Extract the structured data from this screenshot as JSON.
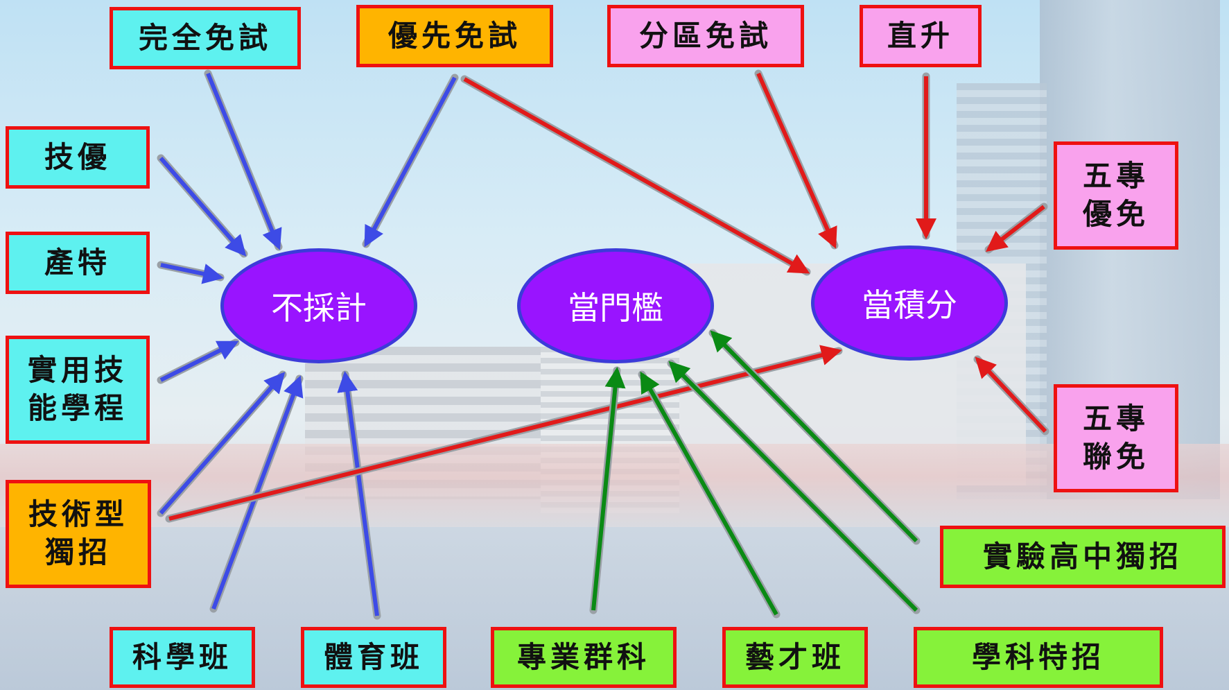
{
  "nodes": {
    "wanquan": "完全免試",
    "youxian": "優先免試",
    "fenqu": "分區免試",
    "zhisheng": "直升",
    "jiyou": "技優",
    "chante": "產特",
    "shiyong": [
      "實用技",
      "能學程"
    ],
    "jishu": [
      "技術型",
      "獨招"
    ],
    "wuzhuan_you": [
      "五專",
      "優免"
    ],
    "wuzhuan_lian": [
      "五專",
      "聯免"
    ],
    "shiyan": "實驗高中獨招",
    "kexue": "科學班",
    "tiyu": "體育班",
    "zhuanye": "專業群科",
    "yicai": "藝才班",
    "xueke": "學科特招"
  },
  "ellipses": {
    "not_counted": "不採計",
    "threshold": "當門檻",
    "points": "當積分"
  },
  "colors": {
    "to_not_counted": "#3d4be6",
    "to_points": "#e11a1a",
    "to_threshold": "#0a8a14",
    "outline": "#9aa0a6"
  },
  "edges": [
    {
      "from": "wanquan",
      "to": "not_counted",
      "color": "to_not_counted"
    },
    {
      "from": "jiyou",
      "to": "not_counted",
      "color": "to_not_counted"
    },
    {
      "from": "chante",
      "to": "not_counted",
      "color": "to_not_counted"
    },
    {
      "from": "shiyong",
      "to": "not_counted",
      "color": "to_not_counted"
    },
    {
      "from": "youxian",
      "to": "not_counted",
      "color": "to_not_counted"
    },
    {
      "from": "jishu",
      "to": "not_counted",
      "color": "to_not_counted"
    },
    {
      "from": "kexue",
      "to": "not_counted",
      "color": "to_not_counted"
    },
    {
      "from": "tiyu",
      "to": "not_counted",
      "color": "to_not_counted"
    },
    {
      "from": "youxian",
      "to": "points",
      "color": "to_points"
    },
    {
      "from": "fenqu",
      "to": "points",
      "color": "to_points"
    },
    {
      "from": "zhisheng",
      "to": "points",
      "color": "to_points"
    },
    {
      "from": "wuzhuan_you",
      "to": "points",
      "color": "to_points"
    },
    {
      "from": "wuzhuan_lian",
      "to": "points",
      "color": "to_points"
    },
    {
      "from": "jishu",
      "to": "points",
      "color": "to_points"
    },
    {
      "from": "zhuanye",
      "to": "threshold",
      "color": "to_threshold"
    },
    {
      "from": "yicai",
      "to": "threshold",
      "color": "to_threshold"
    },
    {
      "from": "xueke",
      "to": "threshold",
      "color": "to_threshold"
    },
    {
      "from": "shiyan",
      "to": "threshold",
      "color": "to_threshold"
    }
  ]
}
